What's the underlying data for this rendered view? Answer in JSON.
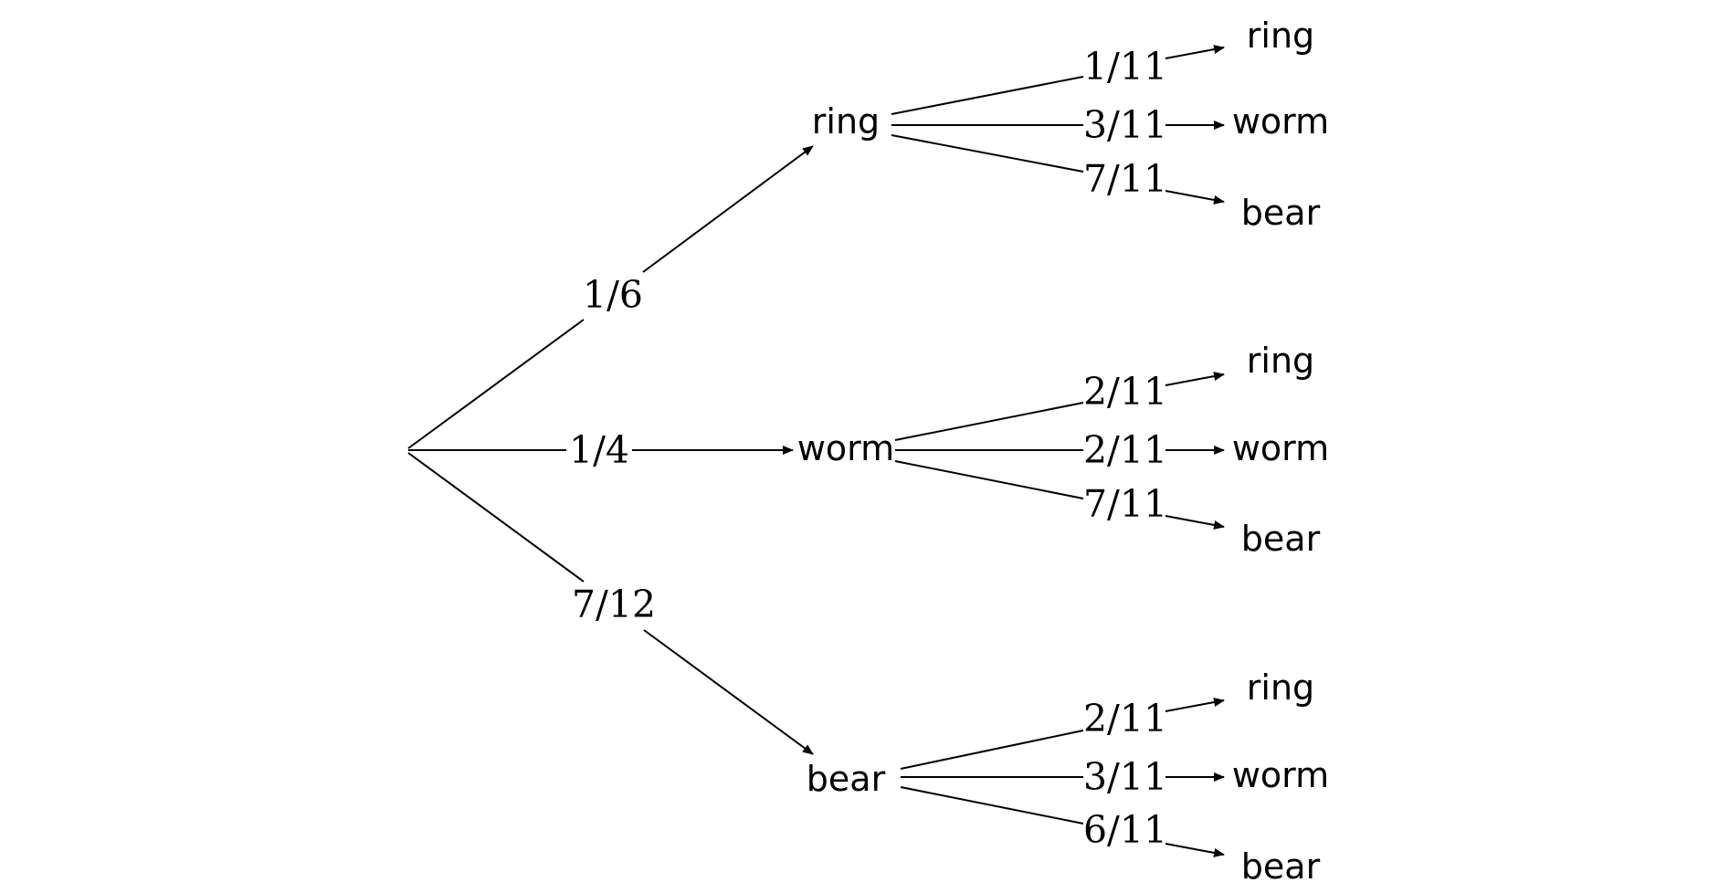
{
  "tree": {
    "level1": [
      {
        "outcome": "ring",
        "prob": "1/6",
        "children": [
          {
            "outcome": "ring",
            "prob": "1/11"
          },
          {
            "outcome": "worm",
            "prob": "3/11"
          },
          {
            "outcome": "bear",
            "prob": "7/11"
          }
        ]
      },
      {
        "outcome": "worm",
        "prob": "1/4",
        "children": [
          {
            "outcome": "ring",
            "prob": "2/11"
          },
          {
            "outcome": "worm",
            "prob": "2/11"
          },
          {
            "outcome": "bear",
            "prob": "7/11"
          }
        ]
      },
      {
        "outcome": "bear",
        "prob": "7/12",
        "children": [
          {
            "outcome": "ring",
            "prob": "2/11"
          },
          {
            "outcome": "worm",
            "prob": "3/11"
          },
          {
            "outcome": "bear",
            "prob": "6/11"
          }
        ]
      }
    ]
  }
}
